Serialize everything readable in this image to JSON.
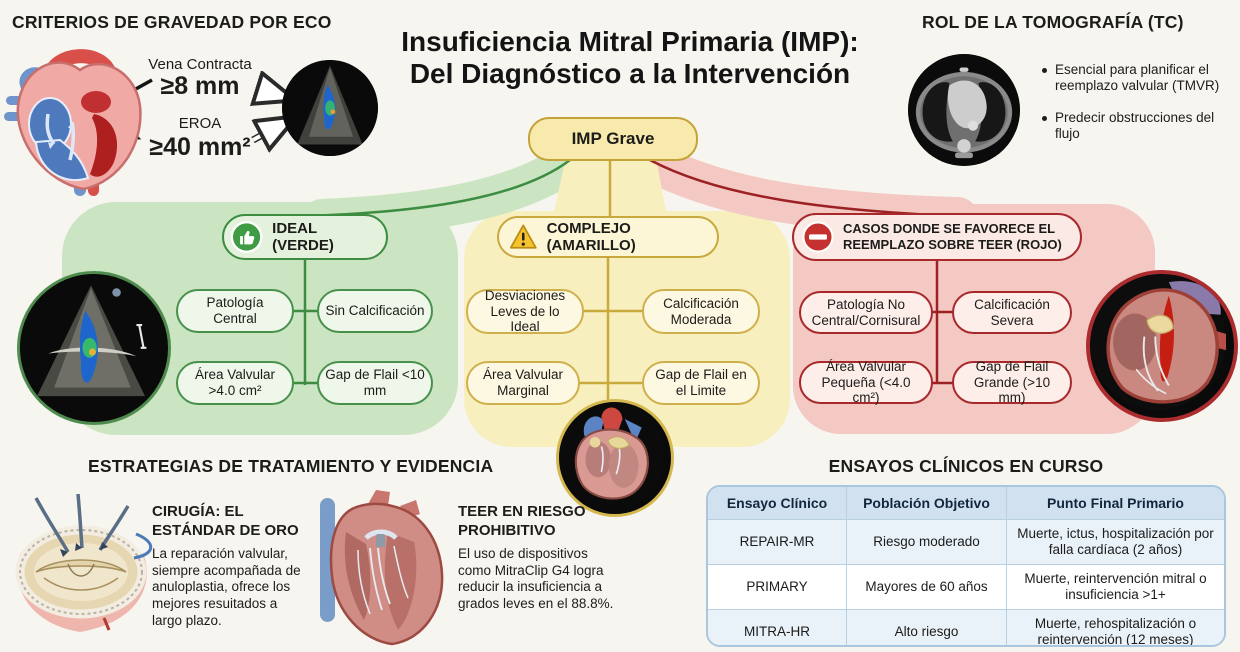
{
  "header": {
    "left_title": "CRITERIOS DE GRAVEDAD POR ECO",
    "main_title_line1": "Insuficiencia Mitral Primaria (IMP):",
    "main_title_line2": "Del Diagnóstico a la Intervención",
    "right_title": "ROL DE LA TOMOGRAFÍA (TC)"
  },
  "eco_criteria": {
    "vena_label": "Vena Contracta",
    "vena_value": "≥8 mm",
    "eroa_label": "EROA",
    "eroa_value": "≥40 mm²"
  },
  "tomografia": {
    "bullets": [
      "Esencial para planificar el reemplazo valvular (TMVR)",
      "Predecir obstrucciones del flujo"
    ]
  },
  "root_node": {
    "label": "IMP Grave"
  },
  "branches": {
    "green": {
      "title": "IDEAL (VERDE)",
      "icon": "thumbs-up-icon",
      "accent": "#3c8d42",
      "fill": "#cbe5c3",
      "items": [
        "Patología Central",
        "Sin Calcificación",
        "Área Valvular >4.0 cm²",
        "Gap de Flail <10 mm"
      ]
    },
    "yellow": {
      "title": "COMPLEJO (AMARILLO)",
      "icon": "warning-icon",
      "accent": "#c9a93c",
      "fill": "#f8efbf",
      "items": [
        "Desviaciones Leves de lo Ideal",
        "Calcificación Moderada",
        "Área Valvular Marginal",
        "Gap de Flail en el Limite"
      ]
    },
    "red": {
      "title": "CASOS DONDE SE FAVORECE EL REEMPLAZO SOBRE TEER (ROJO)",
      "icon": "no-entry-icon",
      "accent": "#a8292c",
      "fill": "#f4c9c4",
      "items": [
        "Patología No Central/Cornisural",
        "Calcificación Severa",
        "Área Valvular Pequeña (<4.0 cm²)",
        "Gap de Flail Grande (>10 mm)"
      ]
    }
  },
  "estrategias": {
    "title": "ESTRATEGIAS DE TRATAMIENTO Y EVIDENCIA",
    "cirugia_title": "CIRUGÍA: EL ESTÁNDAR DE ORO",
    "cirugia_body": "La reparación valvular, siempre acompañada de anuloplastia, ofrece los mejores resuitados a largo plazo.",
    "teer_title": "TEER EN RIESGO PROHIBITIVO",
    "teer_body": "El uso de dispositivos como MitraClip G4 logra reducir la insuficiencia a grados leves en el 88.8%."
  },
  "ensayos": {
    "title": "ENSAYOS CLÍNICOS EN CURSO",
    "table": {
      "headers": [
        "Ensayo Clínico",
        "Población Objetivo",
        "Punto Final Primario"
      ],
      "rows": [
        [
          "REPAIR-MR",
          "Riesgo moderado",
          "Muerte, ictus, hospitalización por falla cardíaca (2 años)"
        ],
        [
          "PRIMARY",
          "Mayores de 60 años",
          "Muerte, reintervención mitral o insuficiencia >1+"
        ],
        [
          "MITRA-HR",
          "Alto riesgo",
          "Muerte, rehospitalización o reintervención (12 meses)"
        ]
      ]
    }
  }
}
